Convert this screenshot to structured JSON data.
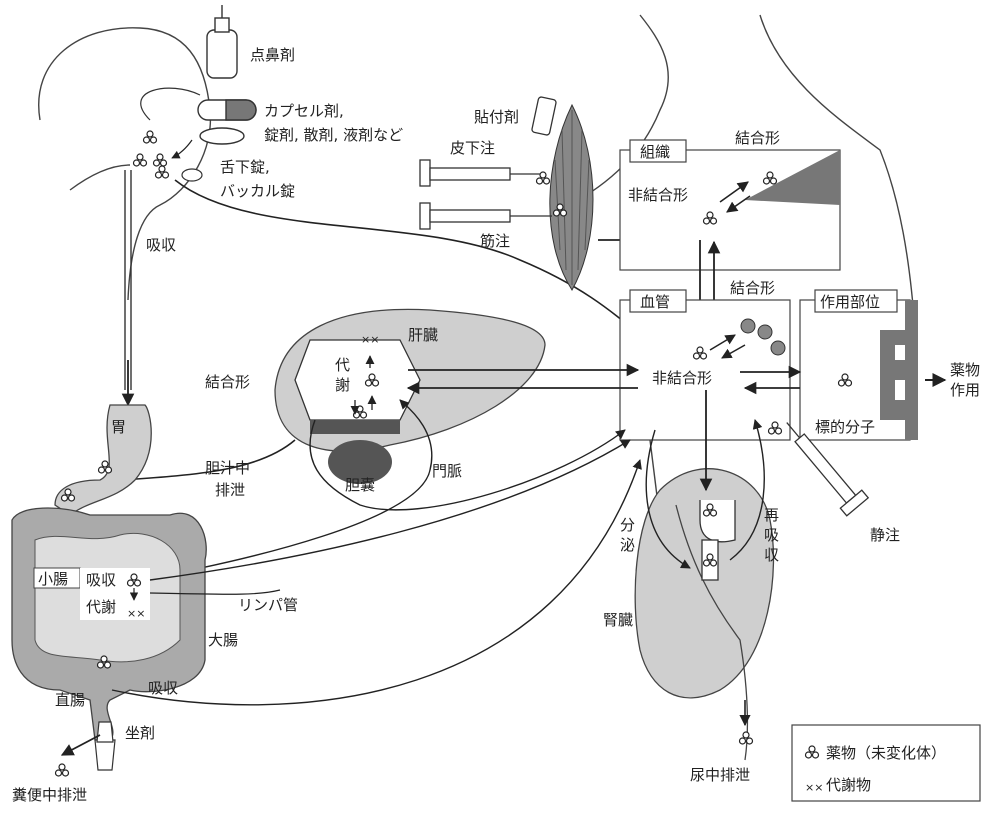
{
  "colors": {
    "line": "#333333",
    "organ_fill": "#cfcfcf",
    "organ_dark": "#555555",
    "site_fill": "#777777",
    "background": "#ffffff"
  },
  "icons": {
    "drug": "three-dot-cluster",
    "metabolite": "x-mark-cluster"
  },
  "labels": {
    "nasal_spray": "点鼻剤",
    "oral_line1": "カプセル剤,",
    "oral_line2": "錠剤, 散剤, 液剤など",
    "sublingual_line1": "舌下錠,",
    "sublingual_line2": "バッカル錠",
    "absorption_top": "吸収",
    "patch": "貼付剤",
    "subcutaneous": "皮下注",
    "intramuscular": "筋注",
    "stomach": "胃",
    "biliary_line1": "胆汁中",
    "biliary_line2": "排泄",
    "liver": "肝臓",
    "gallbladder": "胆嚢",
    "bound_liver": "結合形",
    "metabolism_liver_1": "代",
    "metabolism_liver_2": "謝",
    "portal_vein": "門脈",
    "small_intestine": "小腸",
    "absorption_gut": "吸収",
    "metabolism_gut": "代謝",
    "lymph": "リンパ管",
    "large_intestine": "大腸",
    "rectum": "直腸",
    "absorption_rectal": "吸収",
    "suppository": "坐剤",
    "fecal_excretion": "糞便中排泄",
    "tissue": "組織",
    "bound_tissue": "結合形",
    "unbound_tissue": "非結合形",
    "blood": "血管",
    "bound_blood": "結合形",
    "unbound_blood": "非結合形",
    "site_of_action": "作用部位",
    "target_molecule": "標的分子",
    "drug_action_1": "薬物",
    "drug_action_2": "作用",
    "iv": "静注",
    "secretion_1": "分",
    "secretion_2": "泌",
    "reabsorption_1": "再",
    "reabsorption_2": "吸",
    "reabsorption_3": "収",
    "kidney": "腎臓",
    "urinary_excretion": "尿中排泄"
  },
  "legend": {
    "drug": "薬物（未変化体）",
    "metabolite": "代謝物"
  }
}
